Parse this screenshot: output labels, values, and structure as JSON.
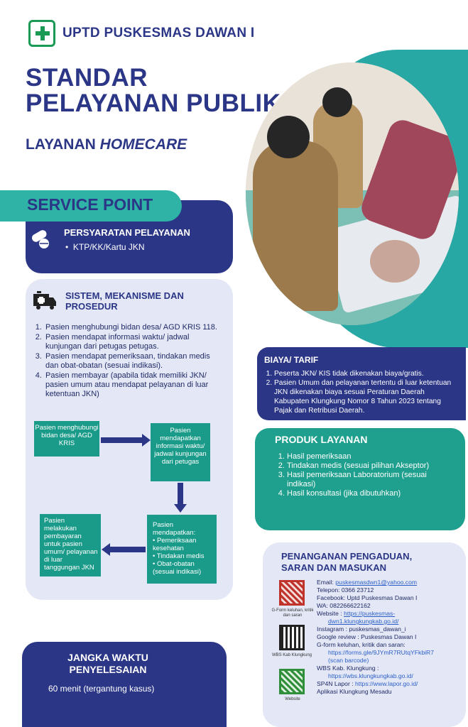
{
  "header": {
    "org_name": "UPTD PUSKESMAS DAWAN I",
    "title_line1": "STANDAR",
    "title_line2": "PELAYANAN PUBLIK",
    "subtitle_prefix": "LAYANAN ",
    "subtitle_italic": "HOMECARE"
  },
  "service_point": {
    "label": "SERVICE POINT",
    "requirements_title": "PERSYARATAN PELAYANAN",
    "requirements": [
      "KTP/KK/Kartu JKN"
    ]
  },
  "system": {
    "title_line1": "SISTEM, MEKANISME DAN",
    "title_line2": "PROSEDUR",
    "steps": [
      "Pasien menghubungi bidan desa/ AGD KRIS 118.",
      "Pasien mendapat informasi waktu/ jadwal kunjungan dari petugas petugas.",
      "Pasien mendapat pemeriksaan, tindakan medis dan obat-obatan (sesuai indikasi).",
      "Pasien membayar (apabila tidak memiliki JKN/ pasien umum atau mendapat pelayanan di luar ketentuan JKN)"
    ],
    "flow": {
      "box1": "Pasien menghubungi bidan desa/ AGD KRIS",
      "box2": "Pasien mendapatkan informasi waktu/ jadwal kunjungan dari petugas",
      "box3_title": "Pasien mendapatkan:",
      "box3_items": [
        "Pemeriksaan kesehatan",
        "Tindakan medis",
        "Obat-obatan (sesuai indikasi)"
      ],
      "box4": "Pasien melakukan pembayaran untuk pasien umum/ pelayanan di luar tanggungan JKN"
    }
  },
  "waktu": {
    "title": "JANGKA WAKTU PENYELESAIAN",
    "value": "60 menit (tergantung kasus)"
  },
  "biaya": {
    "title": "BIAYA/ TARIF",
    "items": [
      "Peserta JKN/ KIS tidak dikenakan biaya/gratis.",
      "Pasien Umum dan pelayanan tertentu di luar ketentuan JKN dikenakan biaya sesuai Peraturan Daerah Kabupaten Klungkung Nomor 8 Tahun 2023 tentang Pajak dan Retribusi Daerah."
    ]
  },
  "produk": {
    "title": "PRODUK LAYANAN",
    "items": [
      "Hasil pemeriksaan",
      "Tindakan medis (sesuai pilihan Akseptor)",
      "Hasil pemeriksaan Laboratorium (sesuai indikasi)",
      "Hasil konsultasi (jika dibutuhkan)"
    ]
  },
  "pengaduan": {
    "title_line1": "PENANGANAN PENGADUAN,",
    "title_line2": "SARAN DAN MASUKAN",
    "qr_captions": [
      "G-Form keluhan, kritik dan saran",
      "WBS Kab Klungkung",
      "Website"
    ],
    "email_label": "Email: ",
    "email": "puskesmasdwn1@yahoo.com",
    "phone": "Telepon: 0366 23712",
    "facebook": "Facebook: Uptd Puskesmas Dawan I",
    "wa": "WA: 082266622162",
    "website_label": "Website : ",
    "website_1": "https://puskesmas-",
    "website_2": "dwn1.klungkungkab.go.id/",
    "instagram": "Instagram : puskesmas_dawan_i",
    "google_review": "Google review : Puskesmas Dawan I",
    "gform_label": "G-form keluhan, kritik dan saran:",
    "gform_url": "https://forms.gle/9JYmR7RUtqYFkbiR7",
    "gform_note": "(scan barcode)",
    "wbs_label": "WBS Kab. Klungkung :",
    "wbs_url": "https://wbs.klungkungkab.go.id/",
    "sp4n_label": "SP4N Lapor : ",
    "sp4n_url": "https://www.lapor.go.id/",
    "app": "Aplikasi Klungkung Mesadu"
  },
  "colors": {
    "navy": "#2b3686",
    "teal": "#1fa99a",
    "lavender": "#e4e8f6",
    "logo_green": "#1a9a54"
  }
}
